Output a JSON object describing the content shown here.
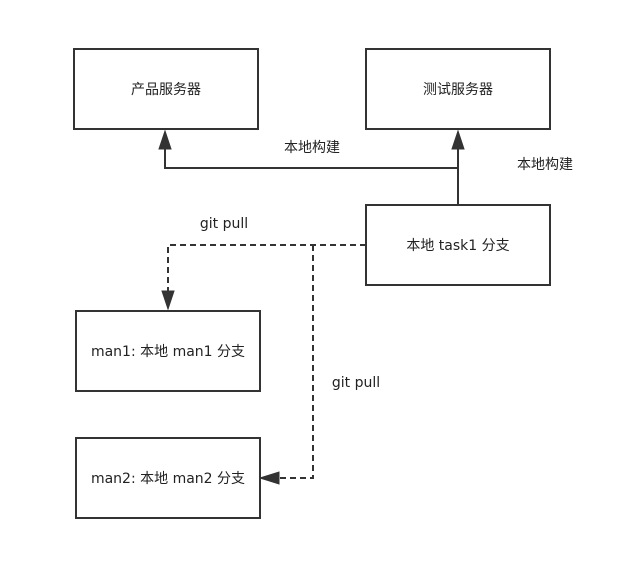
{
  "nodes": {
    "product_server": "产品服务器",
    "test_server": "测试服务器",
    "local_task1": "本地 task1 分支",
    "man1": "man1: 本地 man1 分支",
    "man2": "man2: 本地 man2 分支"
  },
  "edges": {
    "build_to_product": "本地构建",
    "build_to_test": "本地构建",
    "pull_to_man1": "git pull",
    "pull_to_man2": "git pull"
  }
}
